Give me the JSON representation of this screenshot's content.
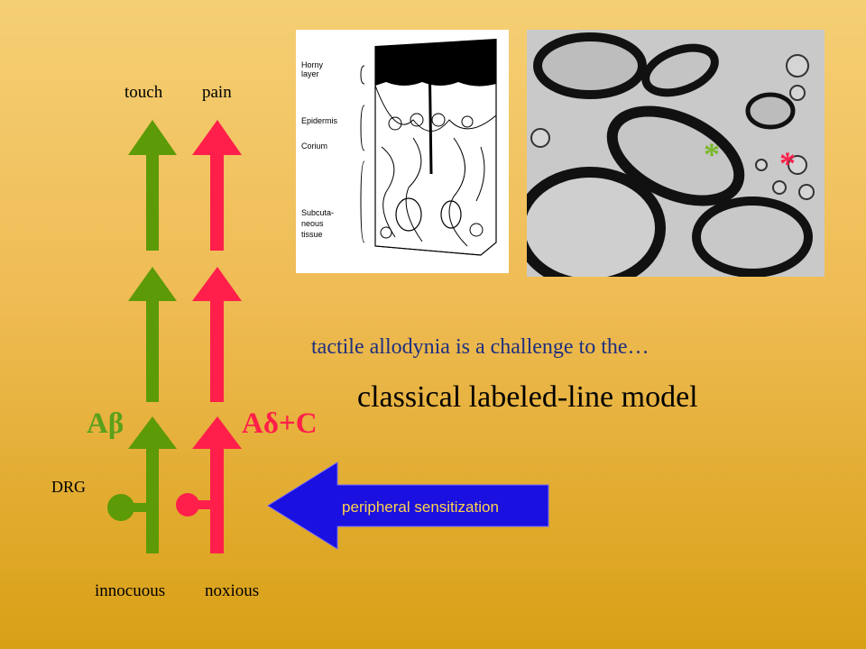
{
  "labels": {
    "touch": "touch",
    "pain": "pain",
    "innocuous": "innocuous",
    "noxious": "noxious",
    "drg": "DRG",
    "a_beta": "Aβ",
    "a_delta_c": "Aδ+C"
  },
  "text": {
    "subtitle": "tactile allodynia is a challenge to the…",
    "title": "classical labeled-line model"
  },
  "callout": {
    "label": "peripheral sensitization"
  },
  "skin_diagram": {
    "layers": [
      "Horny layer",
      "Epidermis",
      "Corium",
      "Subcuta-neous tissue"
    ]
  },
  "micrograph": {
    "markers": [
      {
        "symbol": "*",
        "color": "#7ab82a"
      },
      {
        "symbol": "*",
        "color": "#ff1f4a"
      }
    ]
  },
  "colors": {
    "green_fiber": "#5c9a08",
    "red_fiber": "#ff1f4a",
    "callout_blue": "#1a10e0",
    "callout_text": "#ffd24a"
  }
}
